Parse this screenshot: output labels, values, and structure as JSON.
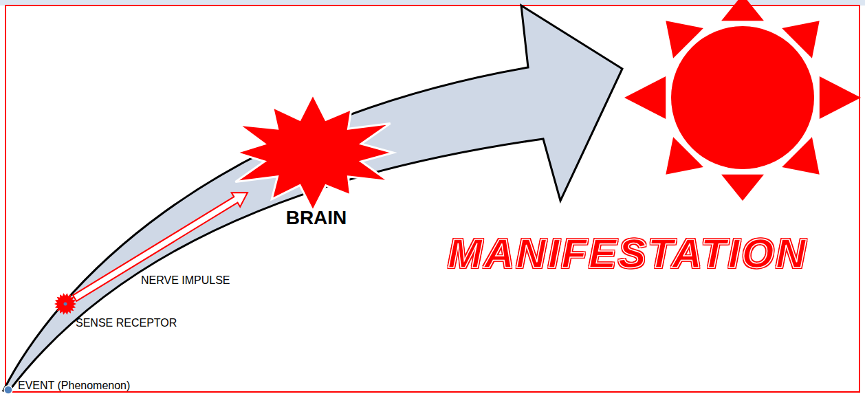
{
  "diagram": {
    "nodes": [
      {
        "text": [
          "EVENT (Phenomenon)"
        ]
      },
      {
        "text": [
          "SENSE RECEPTOR"
        ]
      },
      {
        "text": [
          "BRAIN"
        ]
      },
      {
        "text": [
          "MANIFESTATION"
        ]
      }
    ],
    "edges": [
      {
        "from": 1,
        "to": 2,
        "arrow": "to",
        "label": "NERVE IMPULSE"
      }
    ]
  }
}
